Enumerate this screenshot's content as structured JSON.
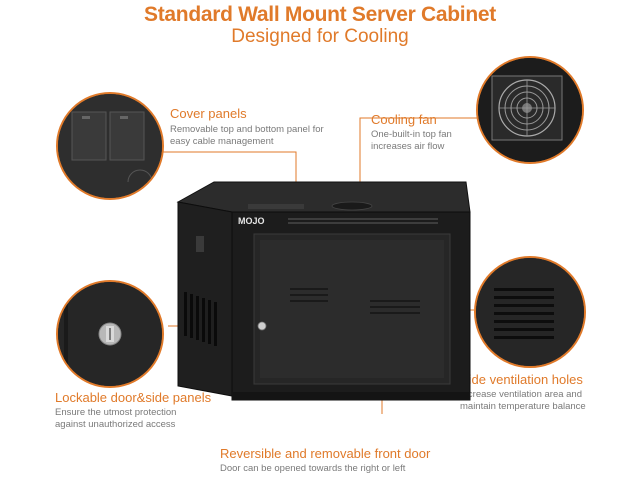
{
  "header": {
    "title": "Standard Wall Mount Server Cabinet",
    "subtitle": "Designed for Cooling"
  },
  "features": {
    "cover_panels": {
      "title": "Cover panels",
      "line1": "Removable top and bottom panel for",
      "line2": "easy cable management"
    },
    "cooling_fan": {
      "title": "Cooling fan",
      "line1": "One-built-in top fan",
      "line2": "increases air flow"
    },
    "lockable_door": {
      "title": "Lockable door&side panels",
      "line1": "Ensure the utmost protection",
      "line2": "against unauthorized access"
    },
    "side_ventilation": {
      "title": "Side ventilation holes",
      "line1": "Increase ventilation area and",
      "line2": "maintain temperature balance"
    },
    "front_door": {
      "title": "Reversible and removable front door",
      "line1": "Door can be opened towards the right or left"
    }
  },
  "product": {
    "brand_logo": "MOJO"
  },
  "colors": {
    "accent": "#e07a2a",
    "text": "#7a7a7a",
    "cabinet": "#1e1e1e"
  },
  "icons": [
    "cover-panel-closeup",
    "cooling-fan-closeup",
    "door-lock-closeup",
    "side-vent-closeup"
  ]
}
